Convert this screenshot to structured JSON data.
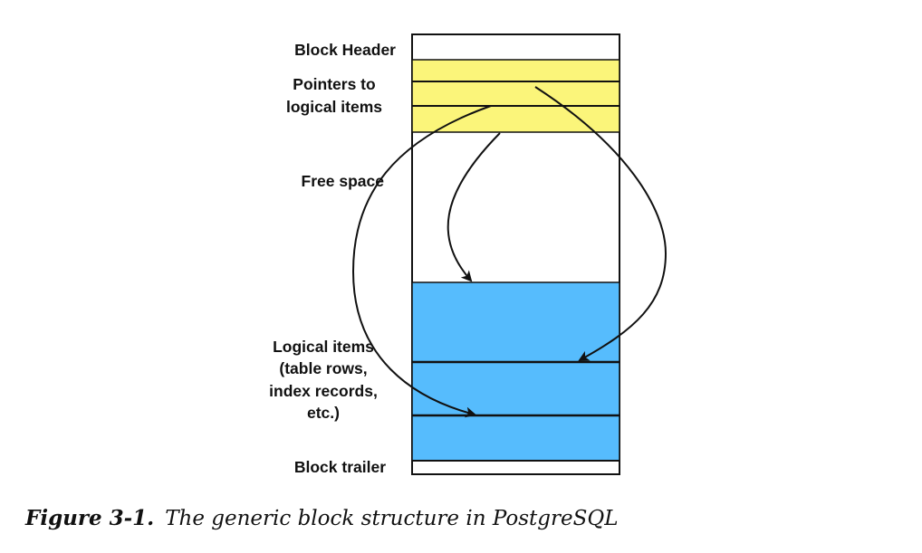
{
  "labels": {
    "block_header": "Block Header",
    "pointers_line1": "Pointers to",
    "pointers_line2": "logical items",
    "free_space": "Free space",
    "logical_line1": "Logical items",
    "logical_line2": "(table rows,",
    "logical_line3": "index records,",
    "logical_line4": "etc.)",
    "block_trailer": "Block trailer"
  },
  "caption": {
    "number": "Figure 3-1.",
    "text": "The generic block structure in PostgreSQL"
  },
  "colors": {
    "pointer_region": "#fbf57a",
    "logical_items_region": "#56bcfd",
    "outline": "#111111"
  }
}
